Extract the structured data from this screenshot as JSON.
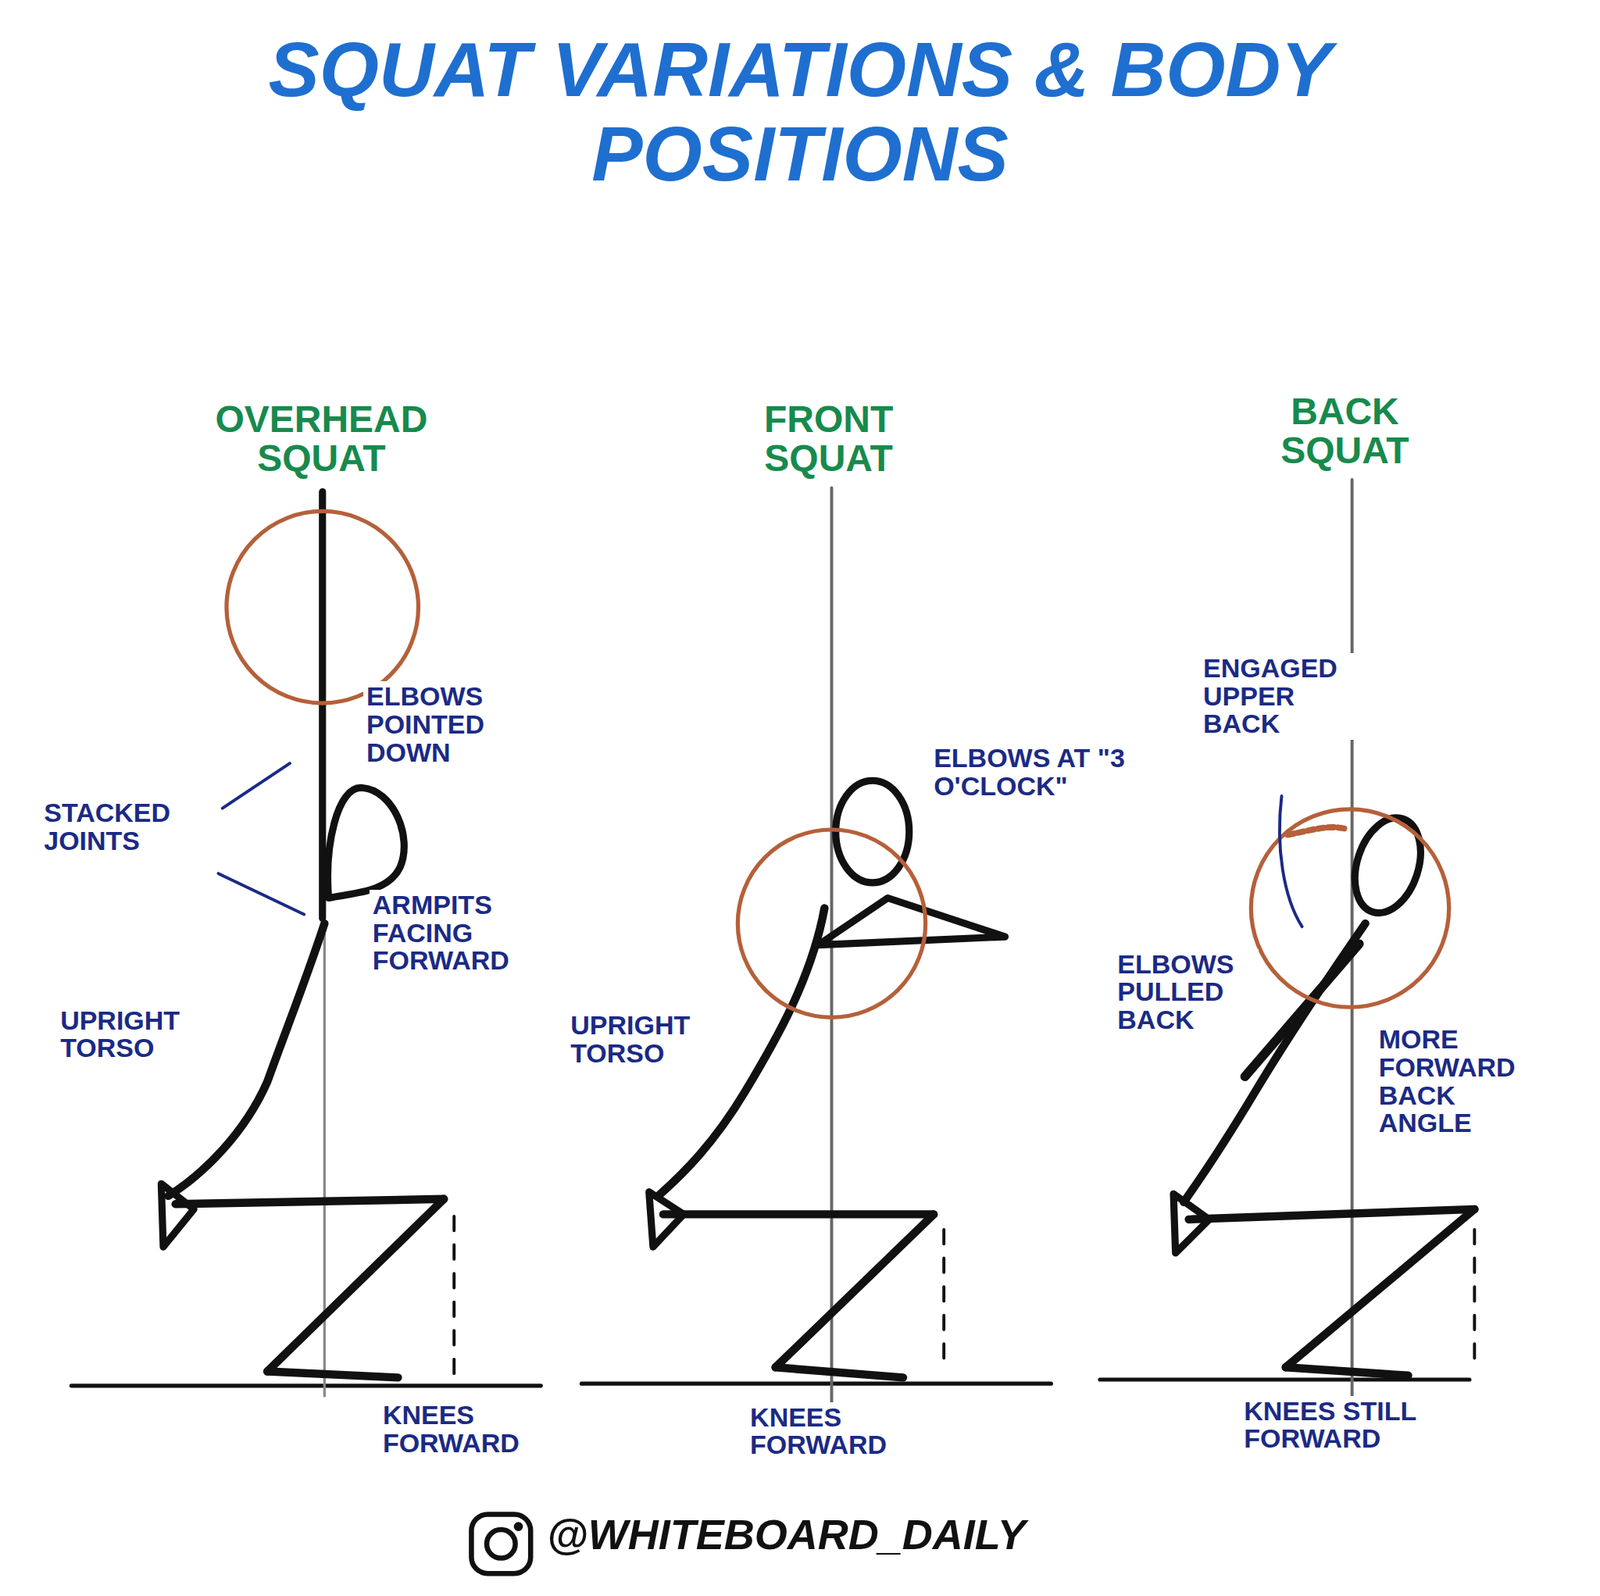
{
  "diagram": {
    "title": "SQUAT VARIATIONS & BODY POSITIONS",
    "labels": [
      "OVERHEAD SQUAT",
      "FRONT SQUAT",
      "BACK SQUAT",
      "ELBOWS POINTED DOWN",
      "STACKED JOINTS",
      "ARMPITS FACING FORWARD",
      "UPRIGHT TORSO",
      "KNEES FORWARD",
      "UPRIGHT TORSO",
      "ELBOWS AT \"3 O'CLOCK\"",
      "KNEES FORWARD",
      "ENGAGED UPPER BACK",
      "ELBOWS PULLED BACK",
      "MORE FORWARD BACK ANGLE",
      "KNEES STILL FORWARD",
      "@WHITEBOARD_DAILY"
    ]
  }
}
